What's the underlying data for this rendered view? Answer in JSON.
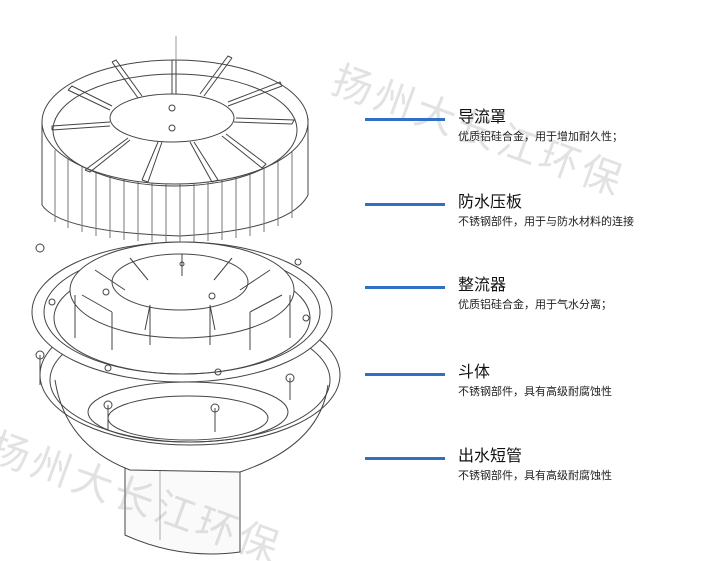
{
  "watermark": "扬州大长江环保",
  "accent_color": "#2f6fc6",
  "callouts": [
    {
      "title": "导流罩",
      "desc": "优质铝硅合金，用于增加耐久性；"
    },
    {
      "title": "防水压板",
      "desc": "不锈钢部件，用于与防水材料的连接"
    },
    {
      "title": "整流器",
      "desc": "优质铝硅合金，用于气水分离；"
    },
    {
      "title": "斗体",
      "desc": "不锈钢部件，具有高级耐腐蚀性"
    },
    {
      "title": "出水短管",
      "desc": "不锈钢部件，具有高级耐腐蚀性"
    }
  ]
}
